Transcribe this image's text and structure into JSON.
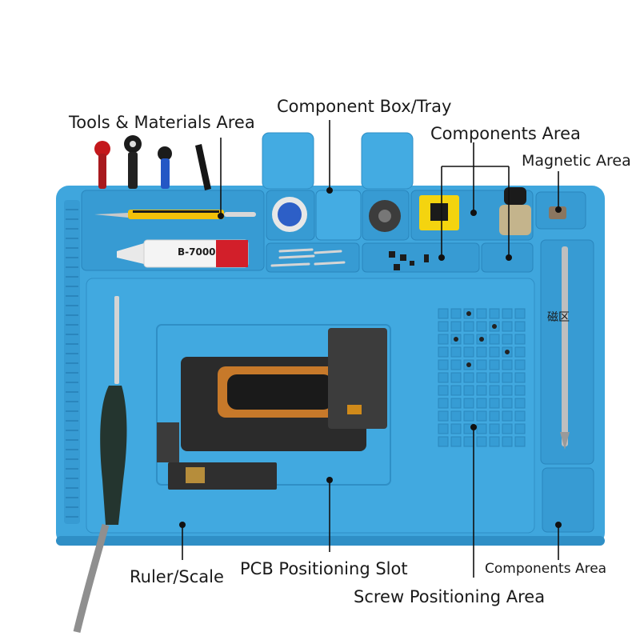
{
  "colors": {
    "mat": "#3fa6dd",
    "mat_dark": "#2f8fc6",
    "mat_light": "#5cb8e8",
    "pointer": "#111111"
  },
  "labels": {
    "tools_materials": "Tools & Materials Area",
    "component_box": "Component Box/Tray",
    "components_area_top": "Components Area",
    "magnetic_area": "Magnetic Area",
    "magnetic_cn": "磁区",
    "components_area_bottom": "Components Area",
    "ruler_scale": "Ruler/Scale",
    "pcb_slot": "PCB Positioning Slot",
    "screw_area": "Screw Positioning Area"
  },
  "products": {
    "glue_brand": "B-7000"
  }
}
